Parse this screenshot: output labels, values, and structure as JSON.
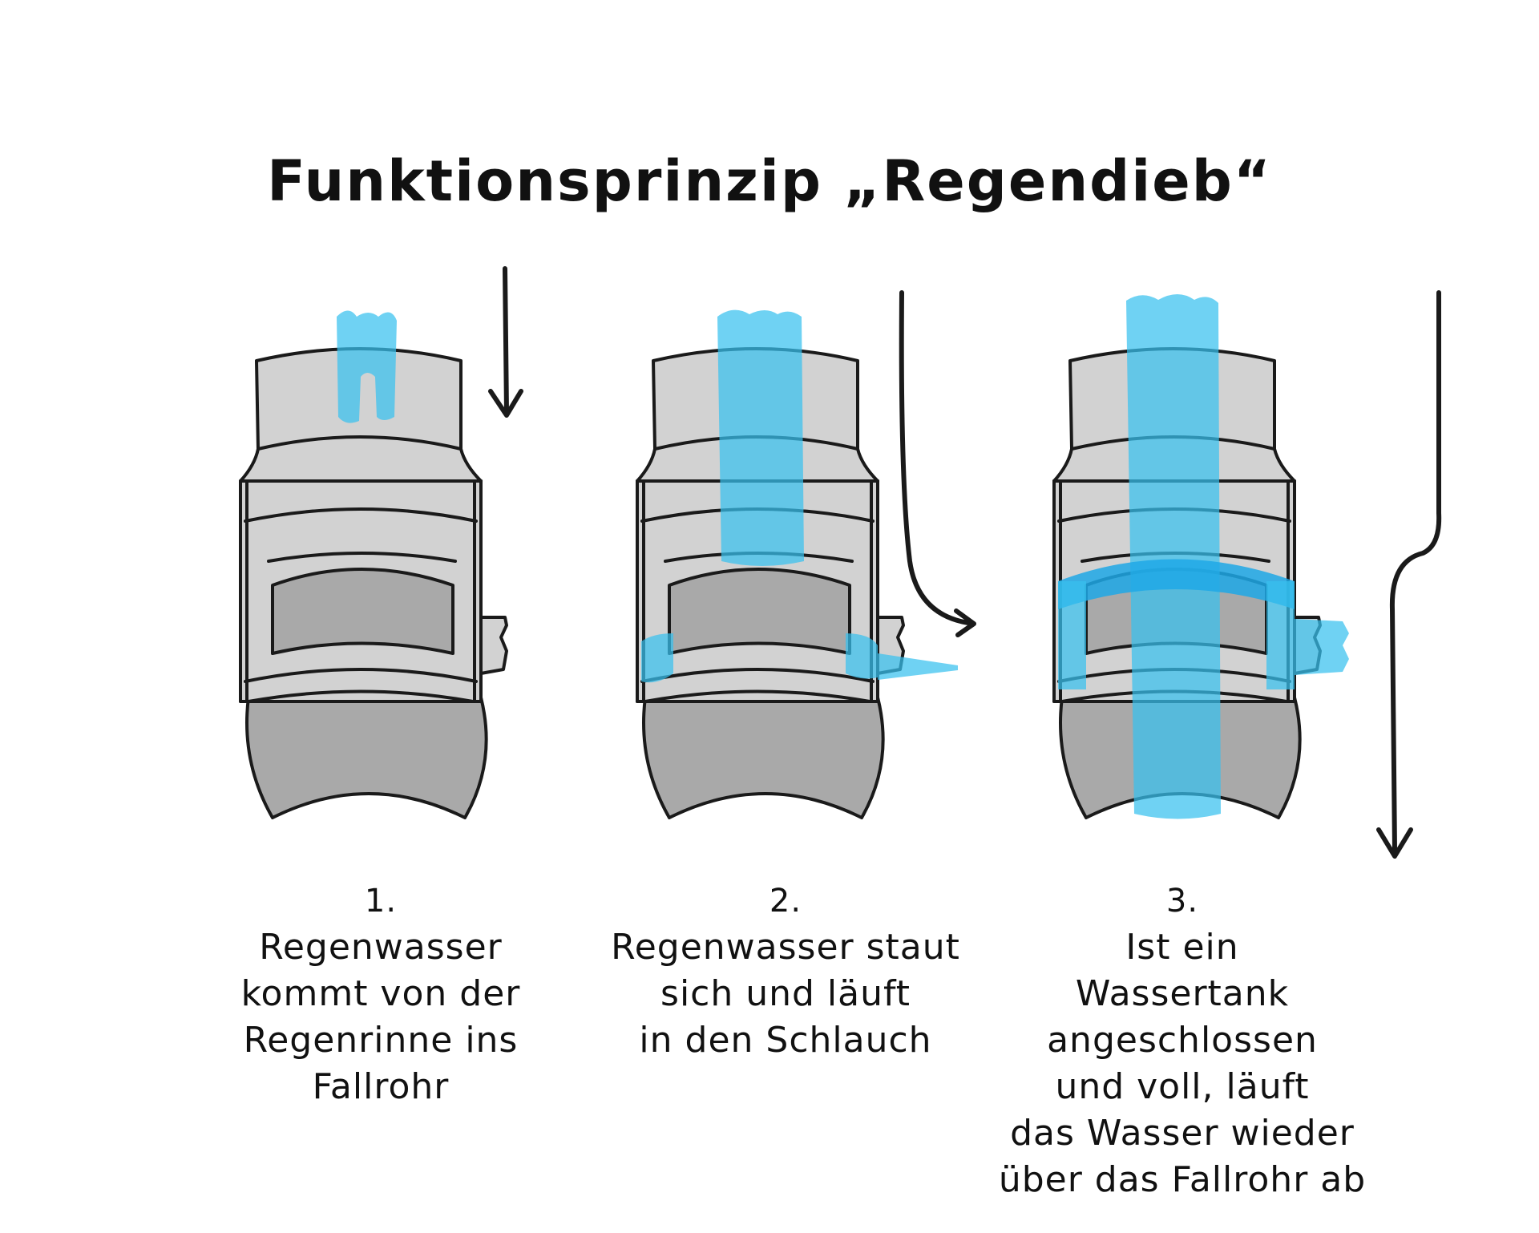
{
  "title": "Funktionsprinzip „Regendieb“",
  "steps": [
    {
      "number": "1.",
      "lines": [
        "Regenwasser",
        "kommt von der",
        "Regenrinne ins",
        "Fallrohr"
      ]
    },
    {
      "number": "2.",
      "lines": [
        "Regenwasser staut",
        "sich und läuft",
        "in den Schlauch"
      ]
    },
    {
      "number": "3.",
      "lines": [
        "Ist ein",
        "Wassertank",
        "angeschlossen",
        "und voll, läuft",
        "das Wasser wieder",
        "über das Fallrohr ab"
      ]
    }
  ],
  "colors": {
    "water": "#38c0ee",
    "pipe": "#d2d2d2",
    "pipe_dark": "#a9a9a9",
    "ink": "#1a1a1a"
  },
  "icons": [
    "down-arrow-icon",
    "curved-arrow-right-icon",
    "bypass-arrow-down-icon"
  ]
}
